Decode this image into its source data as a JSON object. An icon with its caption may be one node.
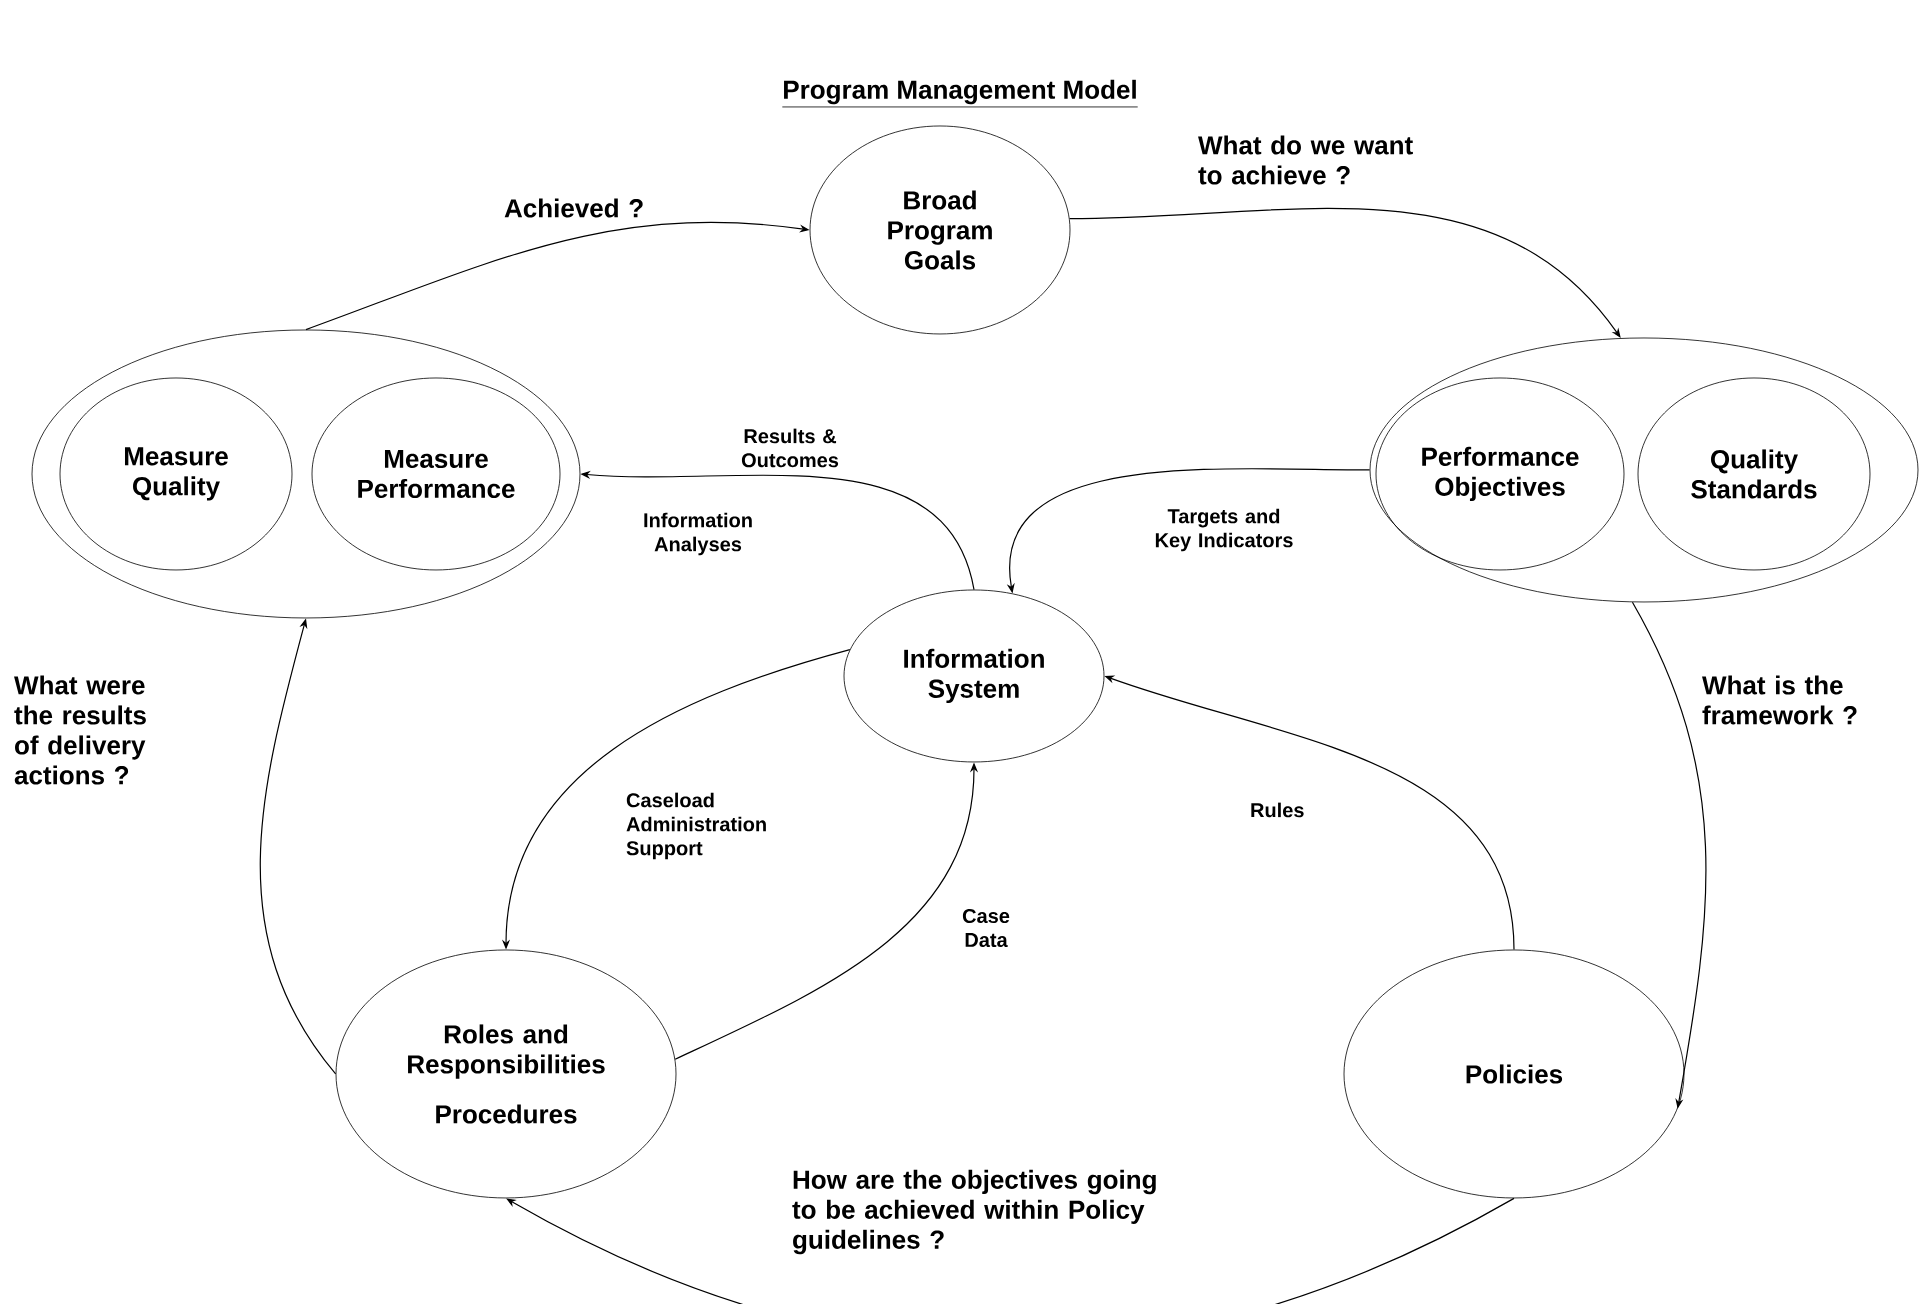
{
  "diagram": {
    "title": "Program Management Model",
    "nodes": [
      {
        "text": [
          "Broad Program Goals"
        ]
      },
      {
        "text": [],
        "shape": "ellipse"
      },
      {
        "text": [
          "Measure Quality"
        ],
        "in": 1
      },
      {
        "text": [
          "Measure Performance"
        ],
        "in": 1
      },
      {
        "text": [],
        "shape": "ellipse"
      },
      {
        "text": [
          "Performance Objectives"
        ],
        "in": 4
      },
      {
        "text": [
          "Quality Standards"
        ],
        "in": 4
      },
      {
        "text": [
          "Information System"
        ]
      },
      {
        "text": [
          "Roles and Responsibilities",
          "Procedures"
        ]
      },
      {
        "text": [
          "Policies"
        ]
      }
    ],
    "edges": [
      {
        "from": 1,
        "to": 0,
        "arrow": "to",
        "label": "Achieved ?"
      },
      {
        "from": 0,
        "to": 4,
        "arrow": "to",
        "label": "What do we want to achieve ?"
      },
      {
        "from": 4,
        "to": 9,
        "arrow": "to",
        "label": "What is the framework ?"
      },
      {
        "from": 4,
        "to": 7,
        "arrow": "to",
        "label": "Targets and Key Indicators"
      },
      {
        "from": 7,
        "to": 1,
        "arrow": "to",
        "label": "Results & Outcomes"
      },
      {
        "from": 7,
        "to": 8,
        "arrow": "to",
        "label": "Caseload Administration Support"
      },
      {
        "from": 8,
        "to": 7,
        "arrow": "to",
        "label": "Case Data"
      },
      {
        "from": 9,
        "to": 7,
        "arrow": "to",
        "label": "Rules"
      },
      {
        "from": 9,
        "to": 8,
        "arrow": "to",
        "label": "How are the objectives going to be achieved within Policy guidelines ?"
      },
      {
        "from": 8,
        "to": 1,
        "arrow": "to",
        "label": "What were the results of delivery actions ?"
      }
    ],
    "labels": [
      "Information Analyses"
    ]
  }
}
